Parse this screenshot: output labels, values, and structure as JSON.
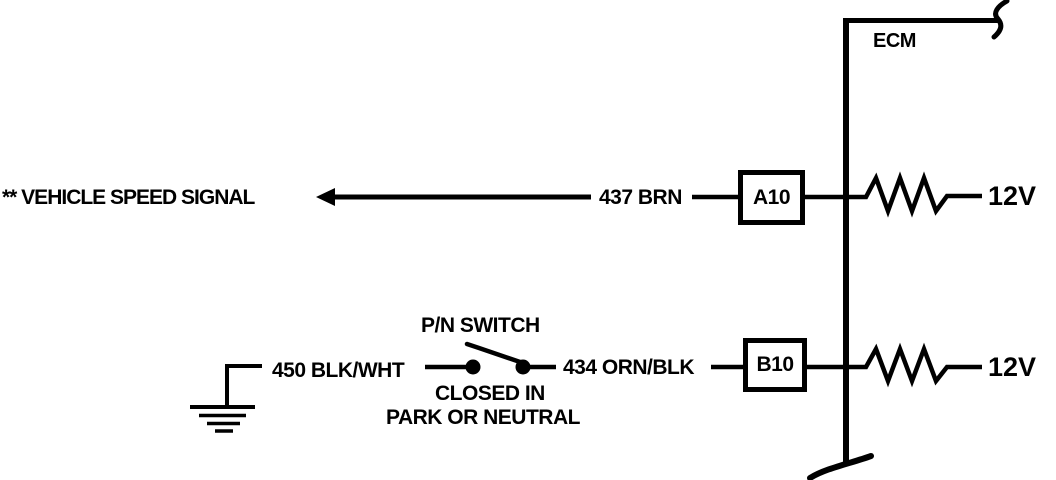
{
  "colors": {
    "ink": "#000000",
    "background": "#ffffff"
  },
  "ecm": {
    "label": "ECM"
  },
  "speed_signal_row": {
    "destination_label": "** VEHICLE SPEED SIGNAL",
    "wire_label": "437 BRN",
    "terminal_label": "A10",
    "voltage_label": "12V"
  },
  "pn_switch_row": {
    "ground_wire_label": "450 BLK/WHT",
    "switch_label": "P/N SWITCH",
    "switch_note_line1": "CLOSED IN",
    "switch_note_line2": "PARK OR NEUTRAL",
    "wire_label": "434 ORN/BLK",
    "terminal_label": "B10",
    "voltage_label": "12V"
  }
}
